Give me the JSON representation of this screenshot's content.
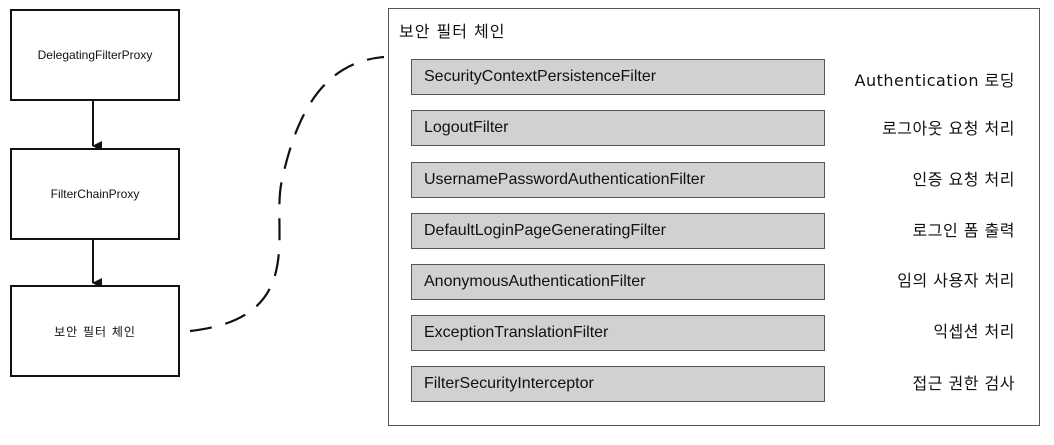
{
  "left_column": {
    "delegating_proxy": "DelegatingFilterProxy",
    "filter_chain_proxy": "FilterChainProxy",
    "security_filter_chain": "보안 필터 체인"
  },
  "chain": {
    "title": "보안 필터 체인",
    "filters": [
      {
        "name": "SecurityContextPersistenceFilter",
        "description": "Authentication 로딩"
      },
      {
        "name": "LogoutFilter",
        "description": "로그아웃 요청 처리"
      },
      {
        "name": "UsernamePasswordAuthenticationFilter",
        "description": "인증 요청 처리"
      },
      {
        "name": "DefaultLoginPageGeneratingFilter",
        "description": "로그인 폼 출력"
      },
      {
        "name": "AnonymousAuthenticationFilter",
        "description": "임의 사용자 처리"
      },
      {
        "name": "ExceptionTranslationFilter",
        "description": "익셉션 처리"
      },
      {
        "name": "FilterSecurityInterceptor",
        "description": "접근 권한 검사"
      }
    ]
  }
}
